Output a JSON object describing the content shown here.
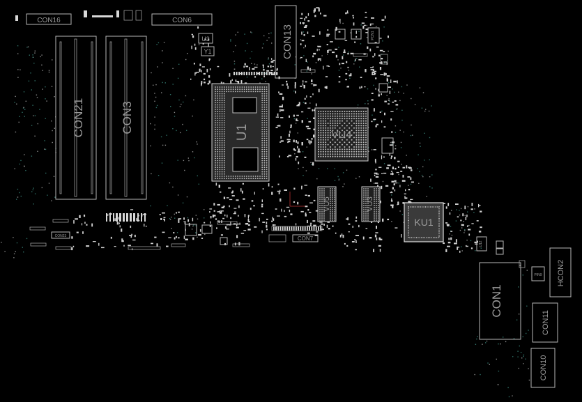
{
  "components": {
    "con16": "CON16",
    "con6": "CON6",
    "con13": "CON13",
    "u3": "U3",
    "y1": "Y1",
    "con21": "CON21",
    "con3": "CON3",
    "u1": "U1",
    "vu4": "VU4",
    "vu5": "VU5",
    "vu3": "VU3",
    "ku1": "KU1",
    "con7": "CON7",
    "con1": "CON1",
    "hcon2": "HCON2",
    "con11": "CON11",
    "con10": "CON10",
    "con23": "CON23",
    "pcn1": "PCN1",
    "u12": "U12",
    "pin9": "PIN9"
  },
  "colors": {
    "background": "#000000",
    "silkscreen": "#b8b8b8",
    "label": "#9a9a9a",
    "pad": "#d8d8d8",
    "via": "#2f6f66",
    "chip_fill": "#5a5a5a"
  }
}
